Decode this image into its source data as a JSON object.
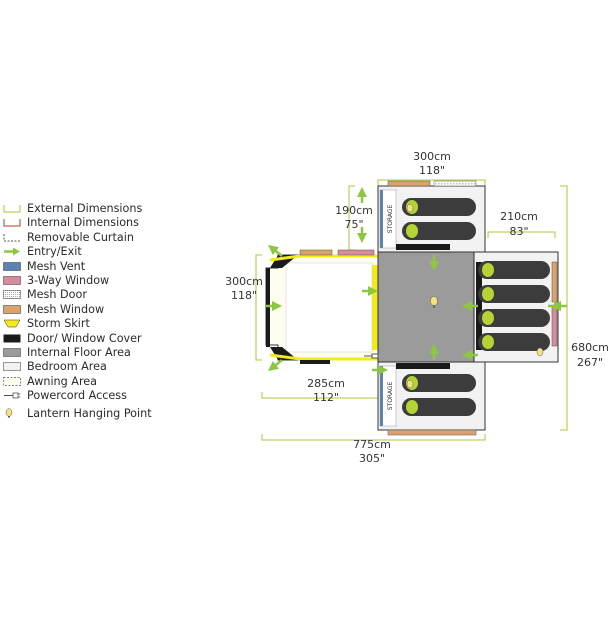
{
  "colors": {
    "dimension": "#a8c93a",
    "internal_dimension": "#c0392b",
    "entry_arrow": "#8dc63f",
    "mesh_vent": "#5b84b1",
    "three_way_window": "#d98a9c",
    "mesh_door": "#c8c8c8",
    "mesh_window": "#d9a36a",
    "storm_skirt": "#f2ea1c",
    "door_cover": "#1a1a1a",
    "floor": "#9b9b9b",
    "bedroom": "#f2f2f2",
    "awning": "#fdfdf0",
    "sleeping_bag": "#3c3c3c",
    "sleeping_bag_head": "#b5d334",
    "lantern": "#f4e37a"
  },
  "legend": [
    {
      "id": "external-dimensions",
      "label": "External Dimensions",
      "icon": "bracket-green"
    },
    {
      "id": "internal-dimensions",
      "label": "Internal Dimensions",
      "icon": "bracket-red"
    },
    {
      "id": "removable-curtain",
      "label": "Removable Curtain",
      "icon": "dashed-line"
    },
    {
      "id": "entry-exit",
      "label": "Entry/Exit",
      "icon": "arrow-right"
    },
    {
      "id": "mesh-vent",
      "label": "Mesh Vent",
      "icon": "blue-swatch"
    },
    {
      "id": "three-way-window",
      "label": "3-Way Window",
      "icon": "pink-swatch"
    },
    {
      "id": "mesh-door",
      "label": "Mesh Door",
      "icon": "grey-mesh-swatch"
    },
    {
      "id": "mesh-window",
      "label": "Mesh Window",
      "icon": "orange-swatch"
    },
    {
      "id": "storm-skirt",
      "label": "Storm Skirt",
      "icon": "yellow-swatch"
    },
    {
      "id": "door-window-cover",
      "label": "Door/ Window Cover",
      "icon": "black-swatch"
    },
    {
      "id": "internal-floor-area",
      "label": "Internal Floor Area",
      "icon": "grey-swatch"
    },
    {
      "id": "bedroom-area",
      "label": "Bedroom Area",
      "icon": "light-grey-swatch"
    },
    {
      "id": "awning-area",
      "label": "Awning Area",
      "icon": "dashed-box"
    },
    {
      "id": "powercord-access",
      "label": "Powercord Access",
      "icon": "plug-icon"
    },
    {
      "id": "lantern-hanging-point",
      "label": "Lantern Hanging Point",
      "icon": "lantern-icon"
    }
  ],
  "dimensions": {
    "top_width": {
      "cm": "300cm",
      "in": "118\""
    },
    "top_room_depth": {
      "cm": "190cm",
      "in": "75\""
    },
    "side_room_depth": {
      "cm": "210cm",
      "in": "83\""
    },
    "awning_height": {
      "cm": "300cm",
      "in": "118\""
    },
    "awning_length": {
      "cm": "285cm",
      "in": "112\""
    },
    "total_height": {
      "cm": "680cm",
      "in": "267\""
    },
    "total_length": {
      "cm": "775cm",
      "in": "305\""
    }
  },
  "storage_label": "STORAGE"
}
